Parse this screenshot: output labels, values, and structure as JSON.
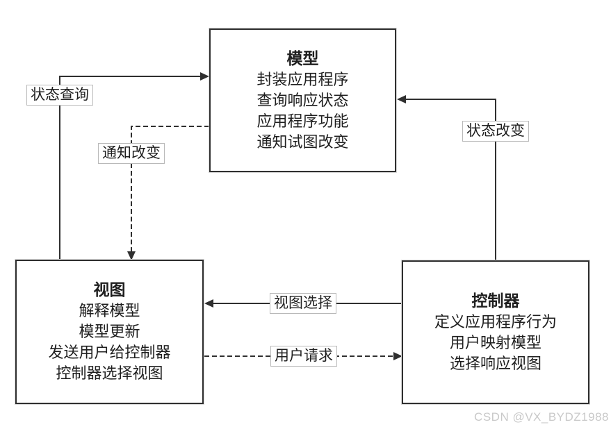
{
  "diagram": {
    "model": {
      "title": "模型",
      "line1": "封装应用程序",
      "line2": "查询响应状态",
      "line3": "应用程序功能",
      "line4": "通知试图改变"
    },
    "view": {
      "title": "视图",
      "line1": "解释模型",
      "line2": "模型更新",
      "line3": "发送用户给控制器",
      "line4": "控制器选择视图"
    },
    "controller": {
      "title": "控制器",
      "line1": "定义应用程序行为",
      "line2": "用户映射模型",
      "line3": "选择响应视图"
    },
    "edges": {
      "status_query": "状态查询",
      "notify_change": "通知改变",
      "state_change": "状态改变",
      "view_selection": "视图选择",
      "user_request": "用户请求"
    }
  },
  "watermark": "CSDN @VX_BYDZ1988",
  "colors": {
    "line": "#2f2f2f",
    "text": "#1f1f1f",
    "label_border": "#b9b9b9",
    "watermark": "#c9c9c9"
  }
}
